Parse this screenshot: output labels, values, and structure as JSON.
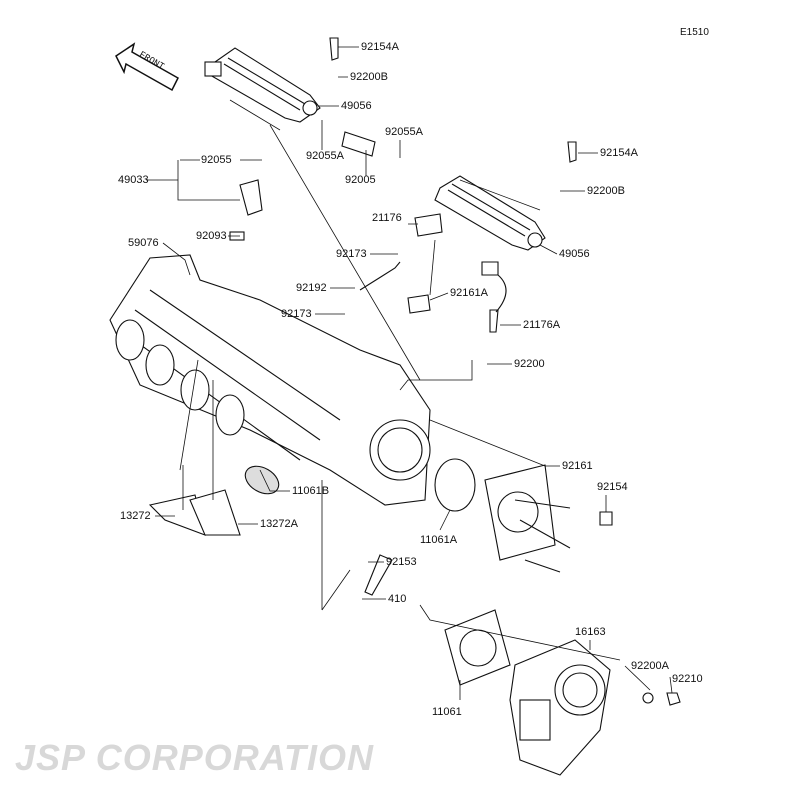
{
  "diagram_code": "E1510",
  "front_arrow": "FRONT",
  "watermark": "JSP CORPORATION",
  "parts": [
    {
      "id": "p1",
      "label": "92154A"
    },
    {
      "id": "p2",
      "label": "92200B"
    },
    {
      "id": "p3",
      "label": "49056"
    },
    {
      "id": "p4",
      "label": "92055A"
    },
    {
      "id": "p5",
      "label": "92055A"
    },
    {
      "id": "p6",
      "label": "92005"
    },
    {
      "id": "p7",
      "label": "92055"
    },
    {
      "id": "p8",
      "label": "49033"
    },
    {
      "id": "p9",
      "label": "92093"
    },
    {
      "id": "p10",
      "label": "59076"
    },
    {
      "id": "p11",
      "label": "92154A"
    },
    {
      "id": "p12",
      "label": "92200B"
    },
    {
      "id": "p13",
      "label": "21176"
    },
    {
      "id": "p14",
      "label": "92173"
    },
    {
      "id": "p15",
      "label": "92192"
    },
    {
      "id": "p16",
      "label": "92161A"
    },
    {
      "id": "p17",
      "label": "92173"
    },
    {
      "id": "p18",
      "label": "49056"
    },
    {
      "id": "p19",
      "label": "21176A"
    },
    {
      "id": "p20",
      "label": "92200"
    },
    {
      "id": "p21",
      "label": "92161"
    },
    {
      "id": "p22",
      "label": "92154"
    },
    {
      "id": "p23",
      "label": "11061B"
    },
    {
      "id": "p24",
      "label": "13272"
    },
    {
      "id": "p25",
      "label": "13272A"
    },
    {
      "id": "p26",
      "label": "11061A"
    },
    {
      "id": "p27",
      "label": "92153"
    },
    {
      "id": "p28",
      "label": "410"
    },
    {
      "id": "p29",
      "label": "16163"
    },
    {
      "id": "p30",
      "label": "92200A"
    },
    {
      "id": "p31",
      "label": "92210"
    },
    {
      "id": "p32",
      "label": "11061"
    }
  ]
}
